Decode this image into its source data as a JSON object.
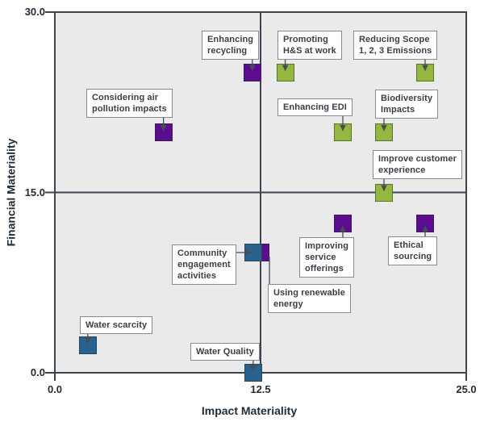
{
  "chart_data": {
    "type": "scatter",
    "title": "",
    "xlabel": "Impact Materiality",
    "ylabel": "Financial Materiality",
    "xlim": [
      0,
      25
    ],
    "ylim": [
      0,
      30
    ],
    "grid": false,
    "legend": "none",
    "plot_bg": "#ebeaea",
    "axis_color": "#3a4550",
    "connector_color": "#464e55",
    "tick_text_color": "#212d38",
    "label_box_border": "#848b91",
    "xticks": [
      {
        "value": 0,
        "label": "0.0"
      },
      {
        "value": 12.5,
        "label": "12.5"
      },
      {
        "value": 25,
        "label": "25.0"
      }
    ],
    "yticks": [
      {
        "value": 30,
        "label": "30.0"
      },
      {
        "value": 15,
        "label": "15.0"
      },
      {
        "value": 0,
        "label": "0.0"
      }
    ],
    "quadrant_lines": {
      "x": 12.5,
      "y": 15
    },
    "colors": {
      "purple": "#5c0d8f",
      "green": "#94b83f",
      "blue": "#29618f"
    },
    "points": [
      {
        "id": "enhancing-recycling",
        "label": "Enhancing\nrecycling",
        "x": 12,
        "y": 25,
        "color": "purple",
        "box": {
          "left": 250,
          "top": 38
        },
        "connector": {
          "side": "bottom",
          "arrow": true
        }
      },
      {
        "id": "promoting-hs-at-work",
        "label": "Promoting\nH&S at work",
        "x": 14,
        "y": 25,
        "color": "green",
        "box": {
          "left": 344,
          "top": 38
        },
        "connector": {
          "side": "bottom",
          "arrow": true
        }
      },
      {
        "id": "reducing-scope-1-2-3-emissions",
        "label": "Reducing Scope\n1, 2, 3 Emissions",
        "x": 22.5,
        "y": 25,
        "color": "green",
        "box": {
          "left": 438,
          "top": 38
        },
        "connector": {
          "side": "bottom",
          "arrow": true
        }
      },
      {
        "id": "considering-air-pollution-impacts",
        "label": "Considering air\npollution impacts",
        "x": 6.6,
        "y": 20,
        "color": "purple",
        "box": {
          "left": 107,
          "top": 110
        },
        "connector": {
          "side": "bottom",
          "arrow": true
        }
      },
      {
        "id": "enhancing-edi",
        "label": "Enhancing EDI",
        "x": 17.5,
        "y": 20,
        "color": "green",
        "box": {
          "left": 344,
          "top": 122
        },
        "connector": {
          "side": "bottom",
          "arrow": true
        }
      },
      {
        "id": "biodiversity-impacts",
        "label": "Biodiversity\nImpacts",
        "x": 20,
        "y": 20,
        "color": "green",
        "box": {
          "left": 465,
          "top": 111
        },
        "connector": {
          "side": "bottom",
          "arrow": true
        }
      },
      {
        "id": "improve-customer-experience",
        "label": "Improve customer\nexperience",
        "x": 20,
        "y": 15,
        "color": "green",
        "box": {
          "left": 462,
          "top": 186
        },
        "connector": {
          "side": "bottom",
          "arrow": true
        }
      },
      {
        "id": "using-renewable-energy",
        "label": "Using renewable\nenergy",
        "x": 12.5,
        "y": 10,
        "color": "purple",
        "box": {
          "left": 332,
          "top": 352
        },
        "connector": {
          "custom": [
            [
              334,
              352
            ],
            [
              334,
              318
            ]
          ],
          "arrow": false
        }
      },
      {
        "id": "community-engagement-activities",
        "label": "Community\nengagement\nactivities",
        "x": 12.05,
        "y": 10,
        "color": "blue",
        "box": {
          "left": 213,
          "top": 303
        },
        "connector": {
          "side": "right",
          "arrow": true
        }
      },
      {
        "id": "improving-service-offerings",
        "label": "Improving\nservice\nofferings",
        "x": 17.5,
        "y": 12.4,
        "color": "purple",
        "box": {
          "left": 371,
          "top": 294
        },
        "connector": {
          "side": "top",
          "arrow": true
        }
      },
      {
        "id": "ethical-sourcing",
        "label": "Ethical\nsourcing",
        "x": 22.5,
        "y": 12.4,
        "color": "purple",
        "box": {
          "left": 481,
          "top": 293
        },
        "connector": {
          "side": "top",
          "arrow": true
        }
      },
      {
        "id": "water-scarcity",
        "label": "Water scarcity",
        "x": 2,
        "y": 2.3,
        "color": "blue",
        "box": {
          "left": 99,
          "top": 392
        },
        "connector": {
          "side": "bottom",
          "arrow": true
        }
      },
      {
        "id": "water-quality",
        "label": "Water Quality",
        "x": 12.05,
        "y": 0,
        "color": "blue",
        "box": {
          "left": 236,
          "top": 425
        },
        "connector": {
          "side": "bottom",
          "arrow": true
        }
      }
    ]
  }
}
